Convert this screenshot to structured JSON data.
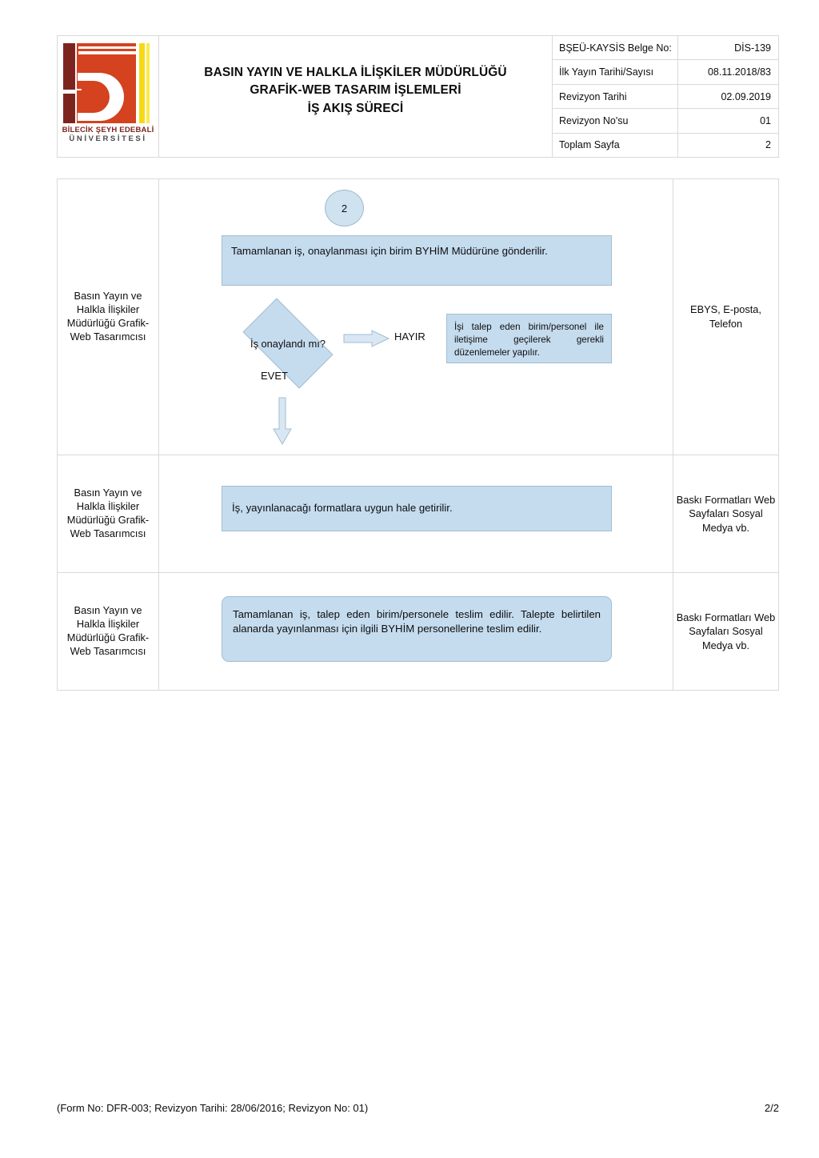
{
  "header": {
    "logo": {
      "line1": "BİLECİK ŞEYH EDEBALİ",
      "line2": "ÜNİVERSİTESİ"
    },
    "title_lines": [
      "BASIN YAYIN VE HALKLA İLİŞKİLER MÜDÜRLÜĞÜ",
      "GRAFİK-WEB TASARIM İŞLEMLERİ",
      "İŞ AKIŞ SÜRECİ"
    ],
    "meta": [
      {
        "label": "BŞEÜ-KAYSİS Belge No:",
        "value": "DİS-139"
      },
      {
        "label": "İlk Yayın Tarihi/Sayısı",
        "value": "08.11.2018/83"
      },
      {
        "label": "Revizyon Tarihi",
        "value": "02.09.2019"
      },
      {
        "label": "Revizyon No'su",
        "value": "01"
      },
      {
        "label": "Toplam Sayfa",
        "value": "2"
      }
    ]
  },
  "flow": {
    "rows": [
      {
        "actor": "Basın Yayın ve Halkla İlişkiler Müdürlüğü Grafik-Web Tasarımcısı",
        "docs": "EBYS, E-posta, Telefon",
        "connector": "2",
        "process": "Tamamlanan iş, onaylanması için birim BYHİM Müdürüne gönderilir.",
        "decision": "İş onaylandı mı?",
        "branch_yes": "EVET",
        "branch_no": "HAYIR",
        "no_process": "İşi talep eden birim/personel ile iletişime geçilerek gerekli düzenlemeler yapılır."
      },
      {
        "actor": "Basın Yayın ve Halkla İlişkiler Müdürlüğü Grafik-Web Tasarımcısı",
        "docs": "Baskı Formatları Web Sayfaları Sosyal Medya vb.",
        "process": "İş, yayınlanacağı formatlara uygun hale getirilir."
      },
      {
        "actor": "Basın Yayın ve Halkla İlişkiler Müdürlüğü Grafik-Web Tasarımcısı",
        "docs": "Baskı Formatları Web Sayfaları Sosyal Medya vb.",
        "process": "Tamamlanan iş, talep eden birim/personele teslim edilir. Talepte belirtilen alanarda yayınlanması için ilgili BYHİM personellerine teslim edilir."
      }
    ]
  },
  "footer": {
    "form_info": "(Form No: DFR-003; Revizyon Tarihi: 28/06/2016; Revizyon No: 01)",
    "page": "2/2"
  },
  "colors": {
    "shape_fill": "#c5dcef",
    "shape_border": "#a3bdd1",
    "logo_red": "#d4421f",
    "logo_dark_red": "#7d241f",
    "logo_yellow": "#f5d916",
    "table_border": "#d9d9d9"
  }
}
